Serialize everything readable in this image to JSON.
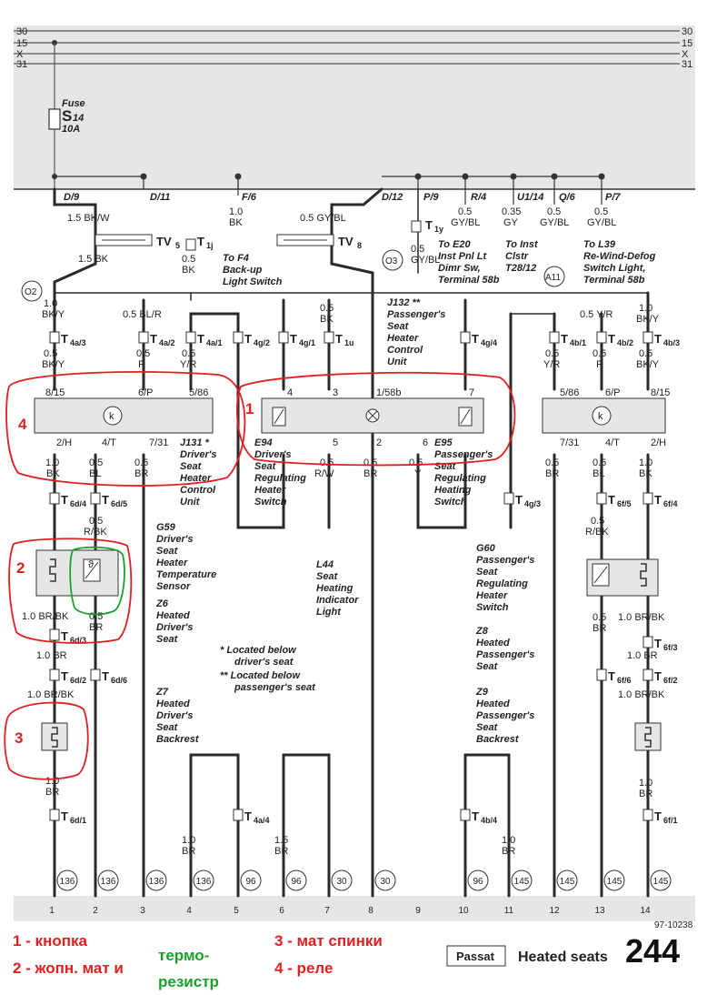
{
  "bus": {
    "l30": "30",
    "l15": "15",
    "lx1": "X",
    "lx2": "X",
    "l31": "31"
  },
  "fuse": {
    "label": "Fuse",
    "name": "S",
    "num": "14",
    "rating": "10A"
  },
  "taps": {
    "d9": "D/9",
    "d11": "D/11",
    "f6": "F/6",
    "d12": "D/12",
    "p9": "P/9",
    "r4": "R/4",
    "u114": "U1/14",
    "q6": "Q/6",
    "p7": "P/7"
  },
  "wires": {
    "w1": "1.5 BK/W",
    "w2": "1.5 BK",
    "w3": "0.5",
    "w3b": "BK",
    "w4": "1.0",
    "w4b": "BK",
    "w5": "0.5 GY/BL",
    "w6": "0.5",
    "w6b": "GY/BL",
    "w7": "0.5",
    "w7b": "GY/BL",
    "w8": "0.35",
    "w8b": "GY",
    "w9": "0.5",
    "w9b": "GY/BL",
    "w10": "0.5",
    "w10b": "GY/BL",
    "l_bky1": "1.0",
    "l_bky1b": "BK/Y",
    "l_blr": "0.5 BL/R",
    "l_bky2": "0.5",
    "l_bky2b": "BK/Y",
    "l_r": "0.5",
    "l_rb": "R",
    "l_yr": "0.5",
    "l_yrb": "Y/R",
    "l_bk05": "0.5",
    "l_bk05b": "BK",
    "r_yr": "0.5 Y/R",
    "r_bky": "1.0",
    "r_bkyb": "BK/Y",
    "r_yr2": "0.5",
    "r_yr2b": "Y/R",
    "r_r": "0.5",
    "r_rb": "R",
    "r_bky2": "0.5",
    "r_bky2b": "BK/Y",
    "o_bk": "1.0",
    "o_bkb": "BK",
    "o_bl": "0.5",
    "o_blb": "BL",
    "o_br": "0.5",
    "o_brb": "BR",
    "o_rw": "0.5",
    "o_rwb": "R/W",
    "o_br2": "0.5",
    "o_br2b": "BR",
    "o_y": "0.5",
    "o_yb": "Y",
    "o_rbr": "0.5",
    "o_rbrb": "BR",
    "o_rbl": "0.5",
    "o_rblb": "BL",
    "o_rbk": "1.0",
    "o_rbkb": "BK",
    "rbk": "0.5",
    "rbkb": "R/BK",
    "brbk1": "1.0 BR/BK",
    "br05": "0.5",
    "br05b": "BR",
    "br10": "1.0 BR",
    "brbk2": "1.0 BR/BK",
    "br10b": "1.0",
    "br10bb": "BR",
    "rrbk": "0.5",
    "rrbkb": "R/BK",
    "rbrbk": "1.0 BR/BK",
    "rbr05": "0.5",
    "rbr05b": "BR",
    "rbr10": "1.0 BR",
    "rbrbk2": "1.0 BR/BK",
    "rbr10b": "1.0",
    "rbr10bb": "BR",
    "g4br": "1.0",
    "g4brb": "BR",
    "g6br": "1.5",
    "g6brb": "BR",
    "g11br": "1.0",
    "g11brb": "BR"
  },
  "connectors": {
    "tv5": "TV",
    "tv5s": "5",
    "t1j": "T",
    "t1js": "1j",
    "tv8": "TV",
    "tv8s": "8",
    "t1y": "T",
    "t1ys": "1y",
    "t4a3": "T",
    "t4a3s": "4a/3",
    "t4a2": "T",
    "t4a2s": "4a/2",
    "t4a1": "T",
    "t4a1s": "4a/1",
    "t4g2": "T",
    "t4g2s": "4g/2",
    "t4g1": "T",
    "t4g1s": "4g/1",
    "t1u": "T",
    "t1us": "1u",
    "t4g4": "T",
    "t4g4s": "4g/4",
    "t4b1": "T",
    "t4b1s": "4b/1",
    "t4b2": "T",
    "t4b2s": "4b/2",
    "t4b3": "T",
    "t4b3s": "4b/3",
    "t6d4": "T",
    "t6d4s": "6d/4",
    "t6d5": "T",
    "t6d5s": "6d/5",
    "t4g3": "T",
    "t4g3s": "4g/3",
    "t6f5": "T",
    "t6f5s": "6f/5",
    "t6f4": "T",
    "t6f4s": "6f/4",
    "t6d3": "T",
    "t6d3s": "6d/3",
    "t6d2": "T",
    "t6d2s": "6d/2",
    "t6d6": "T",
    "t6d6s": "6d/6",
    "t6f3": "T",
    "t6f3s": "6f/3",
    "t6f6": "T",
    "t6f6s": "6f/6",
    "t6f2": "T",
    "t6f2s": "6f/2",
    "t6d1": "T",
    "t6d1s": "6d/1",
    "t4a4": "T",
    "t4a4s": "4a/4",
    "t4b4": "T",
    "t4b4s": "4b/4",
    "t6f1": "T",
    "t6f1s": "6f/1"
  },
  "nodes": {
    "o2": "O2",
    "o3": "O3",
    "a11": "A11"
  },
  "refs": {
    "e20": [
      "To E20",
      "Inst Pnl Lt",
      "Dimr Sw,",
      "Terminal 58b"
    ],
    "inst": [
      "To Inst",
      "Clstr",
      "T28/12"
    ],
    "l39": [
      "To L39",
      "Re-Wind-Defog",
      "Switch Light,",
      "Terminal 58b"
    ],
    "f4": [
      "To F4",
      "Back-up",
      "Light Switch"
    ]
  },
  "pins": {
    "l815": "8/15",
    "l6p": "6/P",
    "l586": "5/86",
    "l2h": "2/H",
    "l4t": "4/T",
    "l731": "7/31",
    "s4": "4",
    "s3": "3",
    "s158b": "1/58b",
    "s7": "7",
    "s5": "5",
    "s2": "2",
    "s6": "6",
    "r586": "5/86",
    "r6p": "6/P",
    "r815": "8/15",
    "r731": "7/31",
    "r4t": "4/T",
    "r2h": "2/H"
  },
  "components": {
    "j131": [
      "J131 *",
      "Driver's",
      "Seat",
      "Heater",
      "Control",
      "Unit"
    ],
    "e94": [
      "E94",
      "Driver's",
      "Seat",
      "Regulating",
      "Heater",
      "Switch"
    ],
    "e95": [
      "E95",
      "Passenger's",
      "Seat",
      "Regulating",
      "Heating",
      "Switch"
    ],
    "j132": [
      "J132 **",
      "Passenger's",
      "Seat",
      "Heater",
      "Control",
      "Unit"
    ],
    "g59": [
      "G59",
      "Driver's",
      "Seat",
      "Heater",
      "Temperature",
      "Sensor"
    ],
    "z6": [
      "Z6",
      "Heated",
      "Driver's",
      "Seat"
    ],
    "l44": [
      "L44",
      "Seat",
      "Heating",
      "Indicator",
      "Light"
    ],
    "g60": [
      "G60",
      "Passenger's",
      "Seat",
      "Regulating",
      "Heater",
      "Switch"
    ],
    "z8": [
      "Z8",
      "Heated",
      "Passenger's",
      "Seat"
    ],
    "z7": [
      "Z7",
      "Heated",
      "Driver's",
      "Seat",
      "Backrest"
    ],
    "z9": [
      "Z9",
      "Heated",
      "Passenger's",
      "Seat",
      "Backrest"
    ]
  },
  "notes": {
    "n1": "*  Located below",
    "n1b": "driver's seat",
    "n2": "** Located below",
    "n2b": "passenger's seat"
  },
  "grounds": [
    "136",
    "136",
    "136",
    "136",
    "96",
    "96",
    "30",
    "30",
    "96",
    "145",
    "145",
    "145",
    "145"
  ],
  "columns": [
    "1",
    "2",
    "3",
    "4",
    "5",
    "6",
    "7",
    "8",
    "9",
    "10",
    "11",
    "12",
    "13",
    "14"
  ],
  "legend": {
    "item1": "1 - кнопка",
    "item2": "2 - жопн. мат и",
    "item2g1": "термо-",
    "item2g2": "резистр",
    "item3": "3  - мат спинки",
    "item4": "4 - реле"
  },
  "annot": {
    "a1": "1",
    "a2": "2",
    "a3": "3",
    "a4": "4"
  },
  "footer": {
    "code": "97-10238",
    "model": "Passat",
    "title": "Heated seats",
    "page": "244"
  },
  "colors": {
    "wire": "#2a2a2a",
    "shade": "#e6e6e6",
    "red": "#e02020",
    "green": "#1aa12a"
  }
}
